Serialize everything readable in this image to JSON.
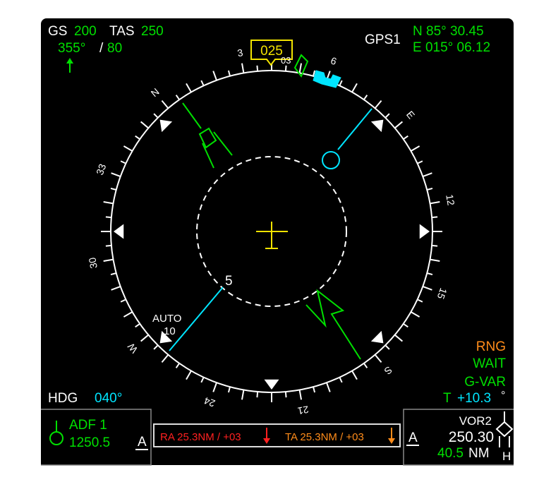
{
  "colors": {
    "background": "#000000",
    "white": "#ffffff",
    "green": "#00e000",
    "cyan": "#00e5ff",
    "yellow": "#f2e300",
    "orange": "#ff8c1a",
    "red": "#ff2020",
    "panel": "#000000"
  },
  "speeds": {
    "gs_label": "GS",
    "gs_value": "200",
    "tas_label": "TAS",
    "tas_value": "250",
    "wind_direction": "355°",
    "wind_separator": "/",
    "wind_speed": "80"
  },
  "position": {
    "source": "GPS1",
    "lat": "N 85° 30.45",
    "lon": "E 015° 06.12"
  },
  "heading": {
    "selected": "025",
    "label": "HDG",
    "value": "040°",
    "bug_label": "03",
    "value_deg": 40,
    "selected_deg": 25
  },
  "compass": {
    "labels": [
      {
        "text": "N",
        "bearing": 0
      },
      {
        "text": "3",
        "bearing": 30
      },
      {
        "text": "6",
        "bearing": 60
      },
      {
        "text": "E",
        "bearing": 90
      },
      {
        "text": "12",
        "bearing": 120
      },
      {
        "text": "15",
        "bearing": 150
      },
      {
        "text": "S",
        "bearing": 180
      },
      {
        "text": "21",
        "bearing": 210
      },
      {
        "text": "24",
        "bearing": 240
      },
      {
        "text": "W",
        "bearing": 270
      },
      {
        "text": "30",
        "bearing": 300
      },
      {
        "text": "33",
        "bearing": 330
      }
    ]
  },
  "range": {
    "inner_label": "5",
    "outer_label": "10",
    "mode": "AUTO"
  },
  "status": {
    "rng": "RNG",
    "wait": "WAIT",
    "gvar": "G-VAR",
    "gvar_value_prefix": "T",
    "gvar_value": "+10.3",
    "gvar_unit": "°"
  },
  "adf": {
    "name": "ADF 1",
    "freq": "1250.5",
    "mode": "A"
  },
  "traffic": {
    "ra": "RA 25.3NM / +03",
    "ta": "TA 25.3NM / +03"
  },
  "vor": {
    "mode": "A",
    "name": "VOR2",
    "freq": "250.30",
    "dist": "40.5",
    "dist_unit": "NM",
    "flag": "H"
  }
}
